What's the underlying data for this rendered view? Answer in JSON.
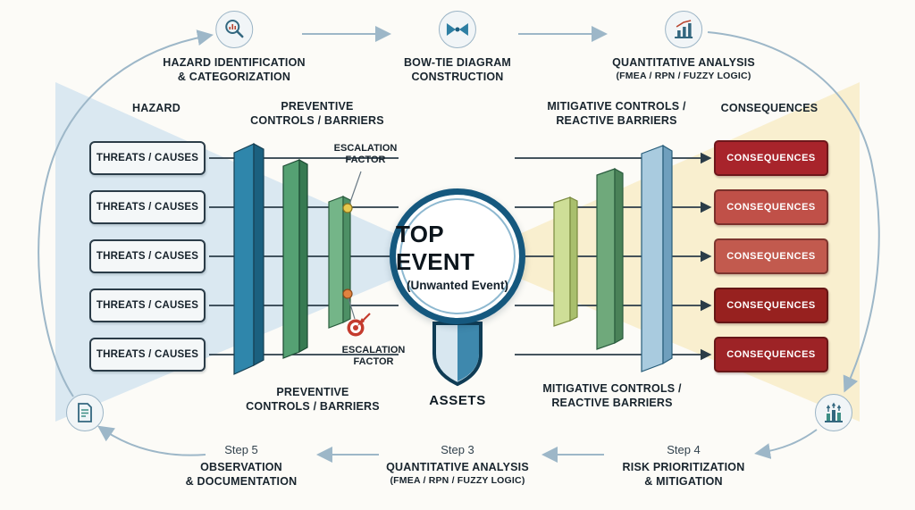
{
  "top_flow": {
    "steps": [
      {
        "icon": "hazard-search-icon",
        "title": "HAZARD IDENTIFICATION",
        "subtitle": "& CATEGORIZATION"
      },
      {
        "icon": "bowtie-icon",
        "title": "BOW-TIE DIAGRAM",
        "subtitle": "CONSTRUCTION"
      },
      {
        "icon": "growth-chart-icon",
        "title": "QUANTITATIVE ANALYSIS",
        "subtitle": "(FMEA / RPN / FUZZY LOGIC)"
      }
    ]
  },
  "bowtie": {
    "left": {
      "header": "HAZARD",
      "preventive_top": "PREVENTIVE\nCONTROLS / BARRIERS",
      "preventive_bottom": "PREVENTIVE\nCONTROLS / BARRIERS",
      "escalation_top": "ESCALATION\nFACTOR",
      "escalation_bottom": "ESCALATION\nFACTOR",
      "threats": [
        "THREATS / CAUSES",
        "THREATS / CAUSES",
        "THREATS / CAUSES",
        "THREATS / CAUSES",
        "THREATS / CAUSES"
      ]
    },
    "center": {
      "title": "TOP EVENT",
      "subtitle": "(Unwanted Event)",
      "assets": "ASSETS"
    },
    "right": {
      "header": "CONSEQUENCES",
      "mitigative_top": "MITIGATIVE CONTROLS /\nREACTIVE BARRIERS",
      "mitigative_bottom": "MITIGATIVE CONTROLS /\nREACTIVE BARRIERS",
      "consequences": [
        "CONSEQUENCES",
        "CONSEQUENCES",
        "CONSEQUENCES",
        "CONSEQUENCES",
        "CONSEQUENCES"
      ],
      "consequence_colors": [
        "#a8242b",
        "#c05048",
        "#c25a4e",
        "#97211f",
        "#9d2326"
      ]
    }
  },
  "bottom_flow": {
    "steps": [
      {
        "step": "Step 5",
        "title": "OBSERVATION",
        "subtitle": "& DOCUMENTATION"
      },
      {
        "step": "Step 3",
        "title": "QUANTITATIVE ANALYSIS",
        "subtitle": "(FMEA / RPN / FUZZY LOGIC)"
      },
      {
        "step": "Step 4",
        "title": "RISK PRIORITIZATION",
        "subtitle": "& MITIGATION"
      }
    ]
  },
  "colors": {
    "fan_left": "#d5e5f0",
    "fan_right": "#f8eecb",
    "arrow": "#9db7c8",
    "barrier_teal": "#2f86ab",
    "barrier_green": "#55a173",
    "barrier_light_green": "#74b588",
    "barrier_pale_green": "#cede97",
    "barrier_blue": "#a9cbdf",
    "top_event_ring": "#15587e",
    "escalation_dot_top": "#e7c94e",
    "escalation_dot_bottom": "#e0823f",
    "target_red": "#c43b2e"
  }
}
